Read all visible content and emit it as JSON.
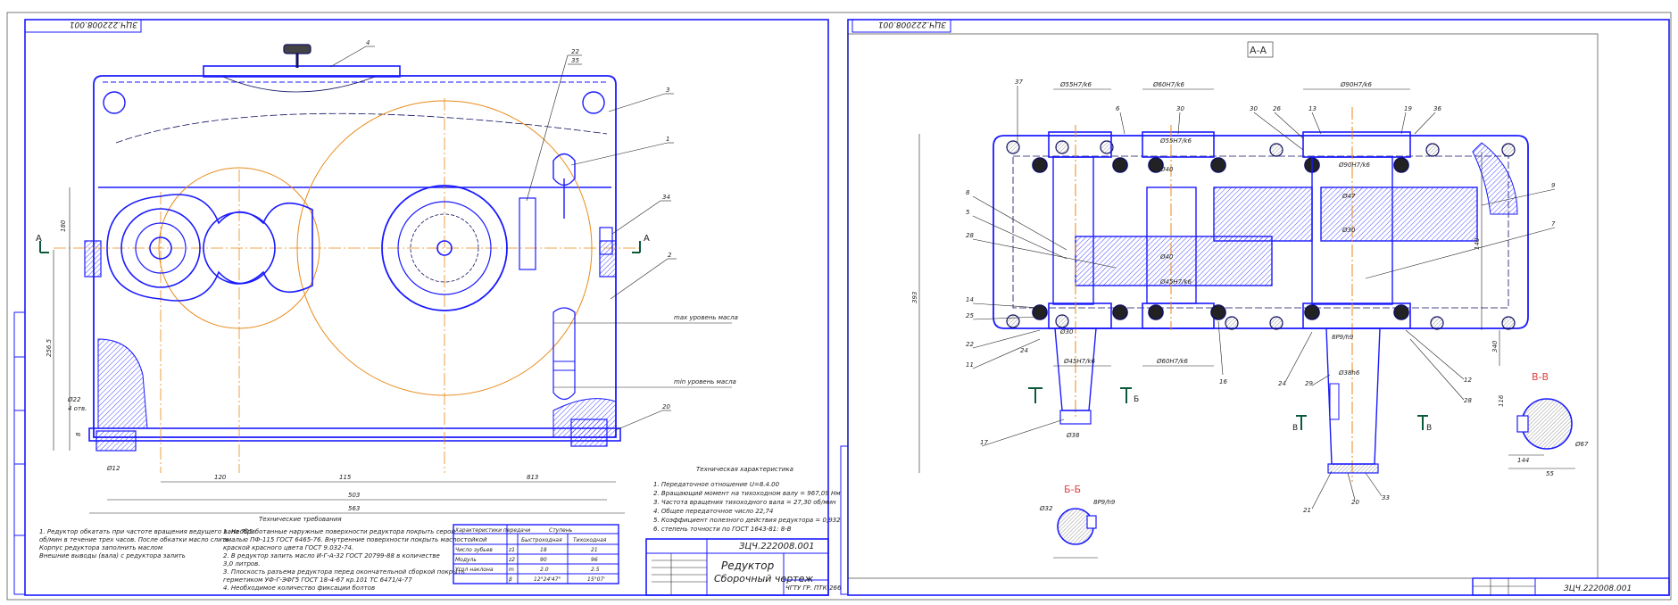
{
  "sheet1": {
    "doc_code": "ЗЦЧ.222008.001",
    "title_block": {
      "name_line1": "Редуктор",
      "name_line2": "Сборочный чертеж",
      "code": "ЗЦЧ.222008.001",
      "group": "ЧГТУ ГР. ПТК-266"
    },
    "tech_char_title": "Техническая характеристика",
    "tech_char": [
      "1. Передаточное отношение   U=8.4.00",
      "2. Вращающий момент на тихоходном валу = 967,09 Нм",
      "3. Частота вращения тихоходного вала = 27,30 об/мин",
      "4. Общее передаточное число 22,74",
      "5. Коэффициент полезного действия редуктора = 0,932",
      "6. степень точности по ГОСТ 1643-81: 8-В"
    ],
    "tech_req_title": "Технические требования",
    "tech_req_left": [
      "1. Редуктор обкатать при частоте вращения ведущего вала 705",
      "об/мин в течение трех часов. После обкатки масло слить.",
      "Корпус редуктора заполнить маслом",
      "Внешние выводы (вала) с редуктора залить"
    ],
    "tech_req_right": [
      "1. Необработанные наружные поверхности редуктора покрыть серой",
      "эмалью ПФ-115 ГОСТ 6465-76. Внутренние поверхности покрыть маслостойкой",
      "краской красного цвета ГОСТ 9.032-74.",
      "2. В редуктор залить масло И-Г-А-32 ГОСТ 20799-88 в количестве",
      "3,0 литров.",
      "3. Плоскость разъема редуктора перед окончательной сборкой покрыть",
      "герметиком УФ-Г-ЭФГ5 ГОСТ 18-4-67 кр.101 ТС 6471/4-77",
      "4. Необходимое количество фиксации болтов"
    ],
    "table": {
      "headers": [
        "Характеристики передачи",
        "",
        "Ступень",
        ""
      ],
      "subheaders": [
        "",
        "",
        "Быстроходная",
        "Тихоходная"
      ],
      "rows": [
        [
          "Число зубьев",
          "z1",
          "18",
          "21"
        ],
        [
          "Модуль",
          "z2",
          "90",
          "96"
        ],
        [
          "Угол наклона",
          "m",
          "2.0",
          "2.5"
        ],
        [
          "",
          "β",
          "12°24'47\"",
          "15°07'"
        ]
      ]
    },
    "balloons": [
      "4",
      "3",
      "22",
      "35",
      "4",
      "1",
      "34",
      "2",
      "20"
    ],
    "dims": [
      "120",
      "115",
      "180",
      "813",
      "503",
      "563",
      "256.5",
      "8",
      "Ø22",
      "4 отв.",
      "Ø12"
    ],
    "annot": [
      "max уровень масла",
      "min уровень масла"
    ],
    "section_mark": "А"
  },
  "sheet2": {
    "doc_code": "ЗЦЧ.222008.001",
    "section_title": "А-А",
    "section_bb": "Б-Б",
    "section_vv": "В-В",
    "balloons_left": [
      "37",
      "8",
      "5",
      "28",
      "14",
      "25",
      "22",
      "11",
      "17"
    ],
    "balloons_top": [
      "6",
      "30",
      "30",
      "26",
      "13",
      "19",
      "36"
    ],
    "balloons_right": [
      "9",
      "7",
      "12",
      "28",
      "16",
      "24",
      "29",
      "21",
      "20",
      "33"
    ],
    "dims": [
      "Ø55Н7/k6",
      "Ø60Н7/k6",
      "Ø90Н7/k6",
      "Ø45Н7/k6",
      "Ø40",
      "Ø47",
      "Ø30",
      "393",
      "140",
      "340",
      "Ø38",
      "24",
      "Ø32",
      "Ø38h6",
      "8Р9/h9",
      "Ø67",
      "144",
      "116",
      "55"
    ],
    "marks": [
      "Б",
      "Б",
      "В",
      "В"
    ],
    "title_code": "ЗЦЧ.222008.001"
  }
}
